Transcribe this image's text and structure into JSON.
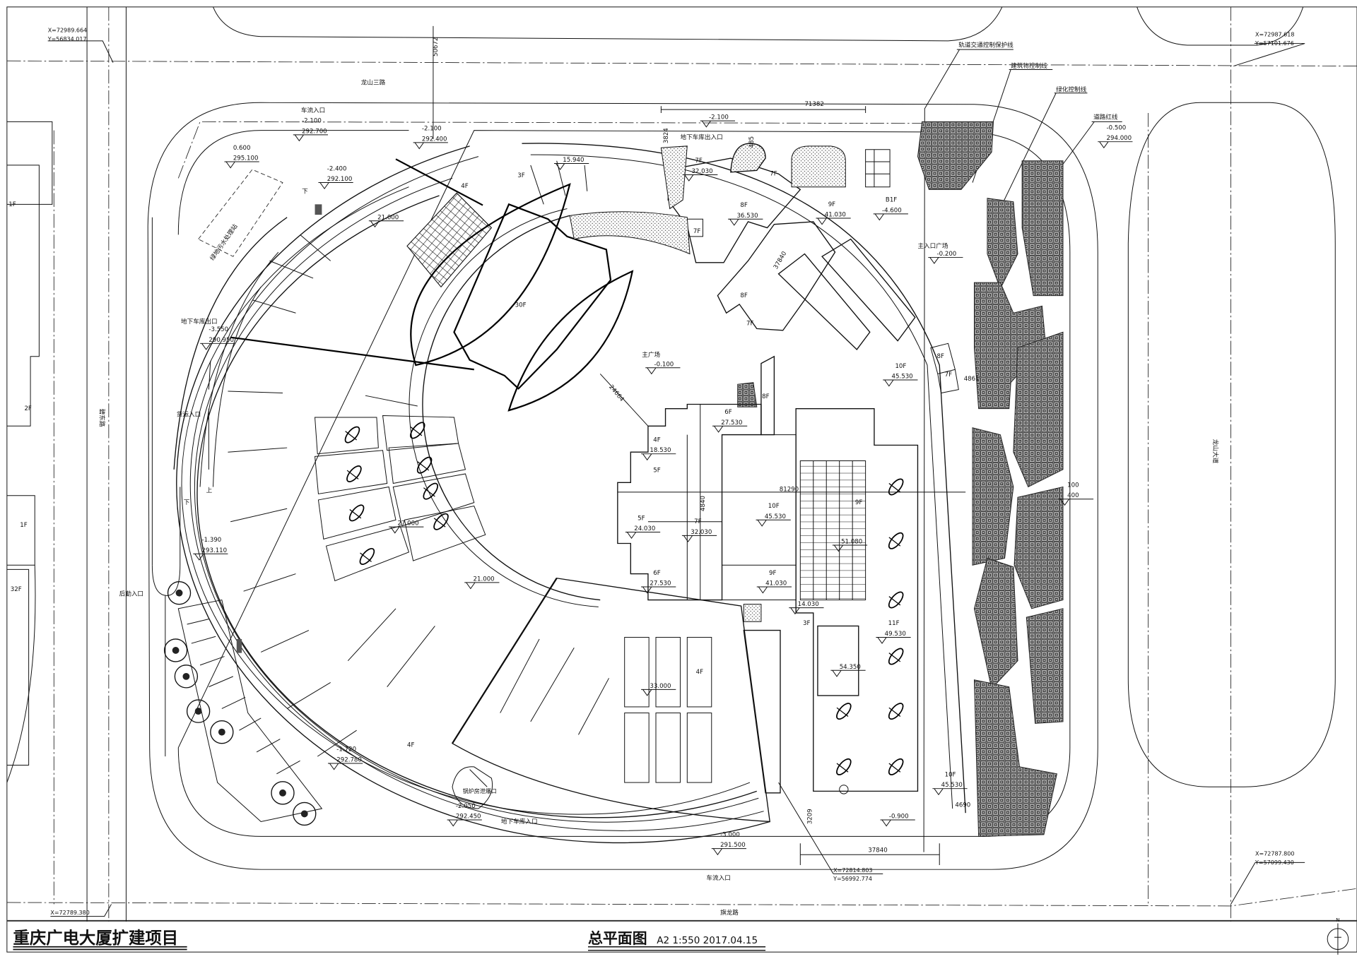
{
  "title_block": {
    "project_name": "重庆广电大厦扩建项目",
    "drawing_title": "总平面图",
    "sheet_info": "A2 1:550 2017.04.15",
    "north_label": "N"
  },
  "roads": {
    "north": "龙山三路",
    "south": "旗龙路",
    "west": "碧东路",
    "east": "龙山大道"
  },
  "entrances": [
    "车流入口",
    "地下车库出入口",
    "主入口广场",
    "主广场",
    "地下车库出口",
    "货运入口",
    "后勤入口",
    "地下车库入口",
    "车流入口"
  ],
  "facilities": [
    "绿地污水处理站",
    "锅炉房泄爆口"
  ],
  "ramp_marks": [
    "下",
    "下",
    "上"
  ],
  "control_lines": [
    "轨道交通控制保护线",
    "建筑物控制线",
    "绿化控制线",
    "道路红线"
  ],
  "coordinates": [
    {
      "line1": "X=72989.664",
      "line2": "Y=56834.017"
    },
    {
      "line1": "X=72987.618",
      "line2": "Y=57101.676"
    },
    {
      "line1": "X=72814.803",
      "line2": "Y=56992.774"
    },
    {
      "line1": "X=72787.800",
      "line2": "Y=57099.430"
    },
    {
      "line1": "X=72789.380"
    }
  ],
  "dimensions": [
    "50672",
    "71382",
    "3824",
    "485",
    "37840",
    "24664",
    "4861",
    "81290",
    "4840",
    "4690",
    "3209",
    "37840"
  ],
  "spot_levels": [
    [
      "-2.100",
      "292.700"
    ],
    [
      "-2.100",
      "292.400"
    ],
    [
      "-2.100"
    ],
    [
      "0.600",
      "295.100"
    ],
    [
      "-2.400",
      "292.100"
    ],
    [
      "15.940"
    ],
    [
      "21.000"
    ],
    [
      "-0.500",
      "294.000"
    ],
    [
      "-3.550",
      "290.950"
    ],
    [
      "-0.200"
    ],
    [
      "-0.100"
    ],
    [
      "27.000"
    ],
    [
      "21.000"
    ],
    [
      "-1.390",
      "293.110"
    ],
    [
      "33.000"
    ],
    [
      "-1.720",
      "292.780"
    ],
    [
      "-2.050",
      "292.450"
    ],
    [
      "-3.000",
      "291.500"
    ],
    [
      "-0.900"
    ],
    [
      "14.030"
    ],
    [
      "54.350"
    ],
    [
      "51.080"
    ],
    [
      "100",
      "400"
    ]
  ],
  "blocks": [
    {
      "floors": "7F",
      "level": "32.030"
    },
    {
      "floors": "8F",
      "level": "36.530"
    },
    {
      "floors": "9F",
      "level": "41.030"
    },
    {
      "floors": "B1F",
      "level": "-4.600"
    },
    {
      "floors": "10F",
      "level": "45.530"
    },
    {
      "floors": "6F",
      "level": "27.530"
    },
    {
      "floors": "4F",
      "level": "18.530"
    },
    {
      "floors": "5F",
      "level": "24.030"
    },
    {
      "floors": "7F",
      "level": "32.030"
    },
    {
      "floors": "10F",
      "level": "45.530"
    },
    {
      "floors": "6F",
      "level": "27.530"
    },
    {
      "floors": "9F",
      "level": "41.030"
    },
    {
      "floors": "11F",
      "level": "49.530"
    },
    {
      "floors": "10F",
      "level": "45.530"
    }
  ],
  "floor_tags": [
    "7F",
    "7F",
    "8F",
    "7F",
    "30F",
    "8F",
    "7F",
    "8F",
    "5F",
    "9F",
    "3F",
    "4F",
    "4F",
    "4F",
    "3F",
    "2F",
    "1F",
    "32F",
    "1F"
  ]
}
